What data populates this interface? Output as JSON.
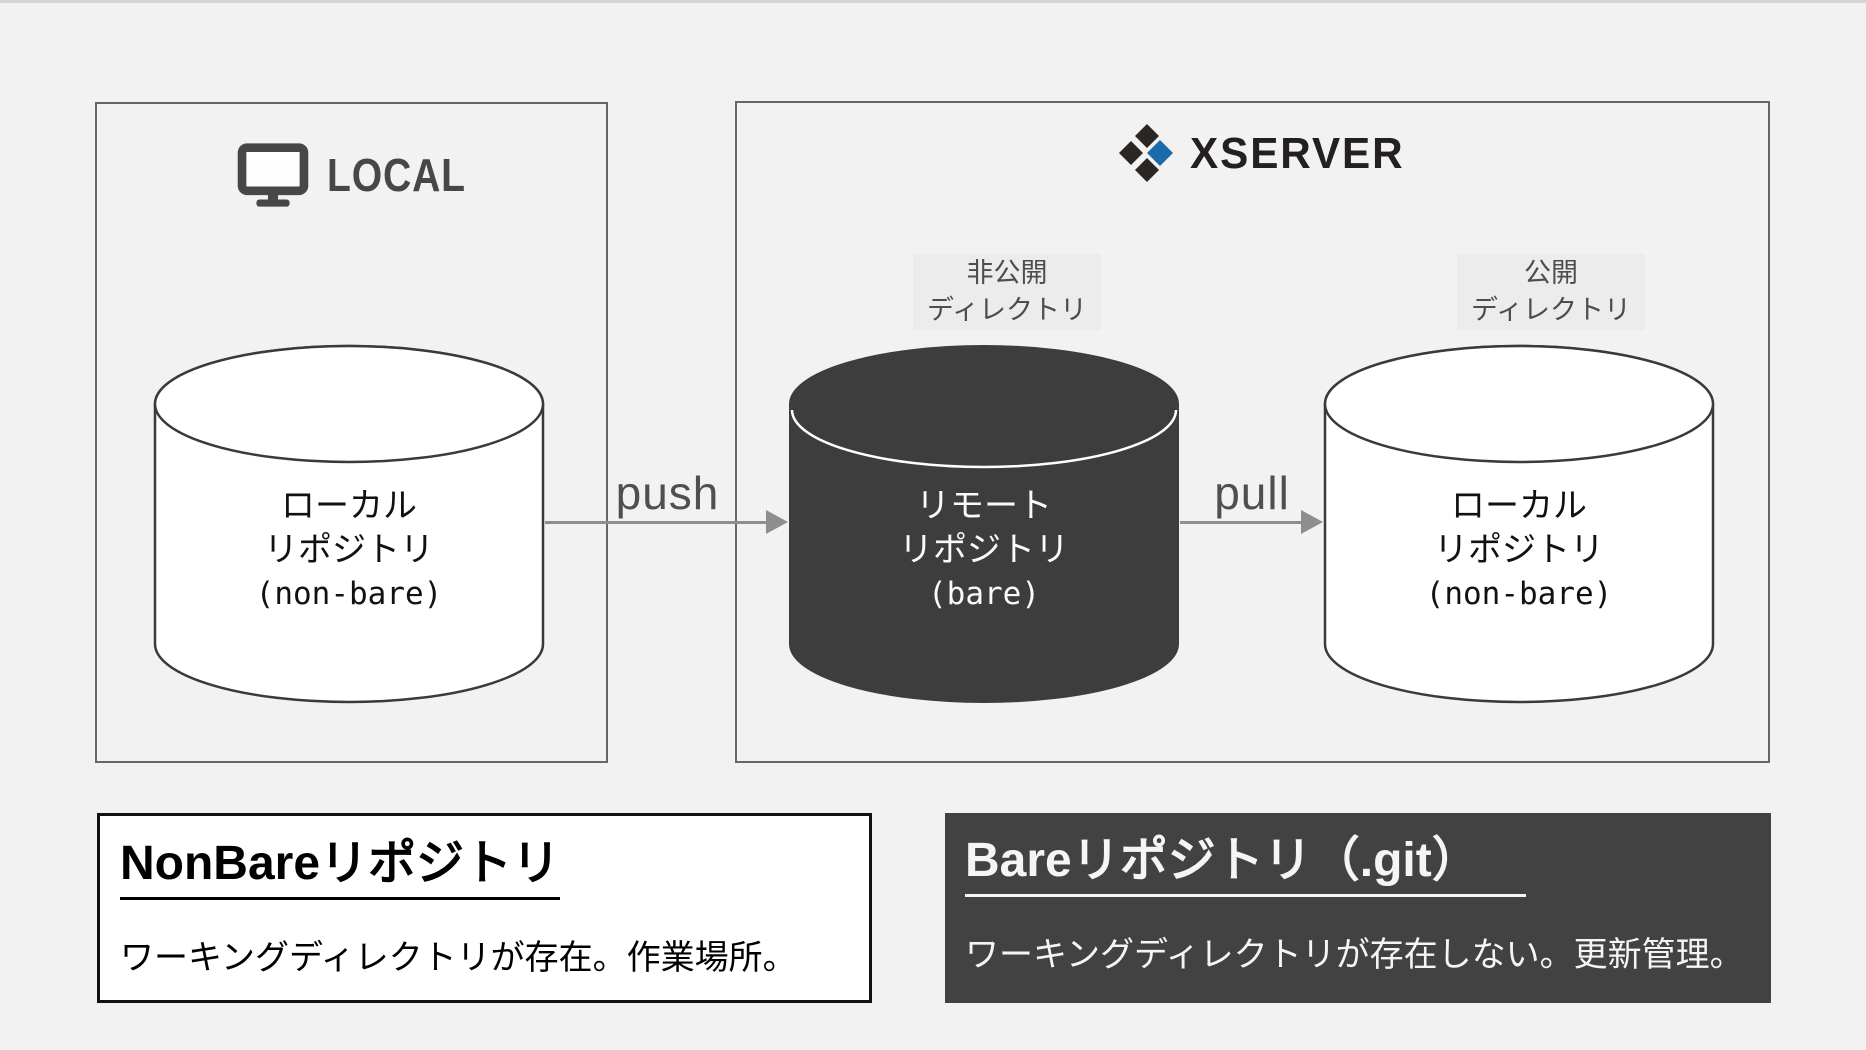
{
  "page": {
    "background_color": "#f2f2f2",
    "panel_border_color": "#666666",
    "dark_fill_color": "#3d3d3d",
    "accent_blue": "#1c6ba8"
  },
  "local_panel": {
    "title": "LOCAL",
    "icon": "monitor-icon"
  },
  "xserver_panel": {
    "title": "XSERVER",
    "icon": "xserver-logo-icon",
    "private_badge": {
      "line1": "非公開",
      "line2": "ディレクトリ"
    },
    "public_badge": {
      "line1": "公開",
      "line2": "ディレクトリ"
    }
  },
  "cylinders": {
    "local": {
      "line1": "ローカル",
      "line2": "リポジトリ",
      "line3": "(non-bare)",
      "style": "light"
    },
    "remote": {
      "line1": "リモート",
      "line2": "リポジトリ",
      "line3": "(bare)",
      "style": "dark"
    },
    "public_local": {
      "line1": "ローカル",
      "line2": "リポジトリ",
      "line3": "(non-bare)",
      "style": "light"
    }
  },
  "arrows": {
    "push": {
      "label": "push",
      "from": "local-repository",
      "to": "remote-repository"
    },
    "pull": {
      "label": "pull",
      "from": "remote-repository",
      "to": "public-local-repository"
    }
  },
  "notes": {
    "non_bare": {
      "title": "NonBareリポジトリ",
      "body": "ワーキングディレクトリが存在。作業場所。"
    },
    "bare": {
      "title": "Bareリポジトリ（.git）",
      "body": "ワーキングディレクトリが存在しない。更新管理。"
    }
  }
}
